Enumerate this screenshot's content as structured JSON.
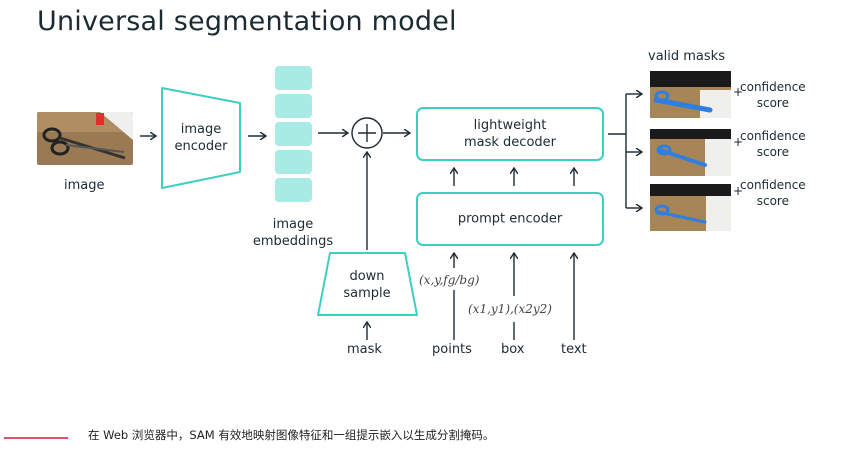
{
  "title": "Universal segmentation model",
  "labels": {
    "image": "image",
    "image_encoder": "image\nencoder",
    "image_embeddings": "image\nembeddings",
    "mask_decoder": "lightweight\nmask decoder",
    "prompt_encoder": "prompt encoder",
    "down_sample": "down\nsample",
    "mask": "mask",
    "points": "points",
    "box": "box",
    "text": "text",
    "points_formula": "(x,y,fg/bg)",
    "box_formula": "(x1,y1),(x2y2)",
    "valid_masks": "valid masks",
    "confidence_score": "confidence\nscore",
    "plus": "+"
  },
  "colors": {
    "accent": "#3dcfc2",
    "embedding_fill": "#a8ebe4",
    "line": "#1c2b33",
    "caption_rule": "#e0526a"
  },
  "caption": "在 Web 浏览器中，SAM 有效地映射图像特征和一组提示嵌入以生成分割掩码。"
}
